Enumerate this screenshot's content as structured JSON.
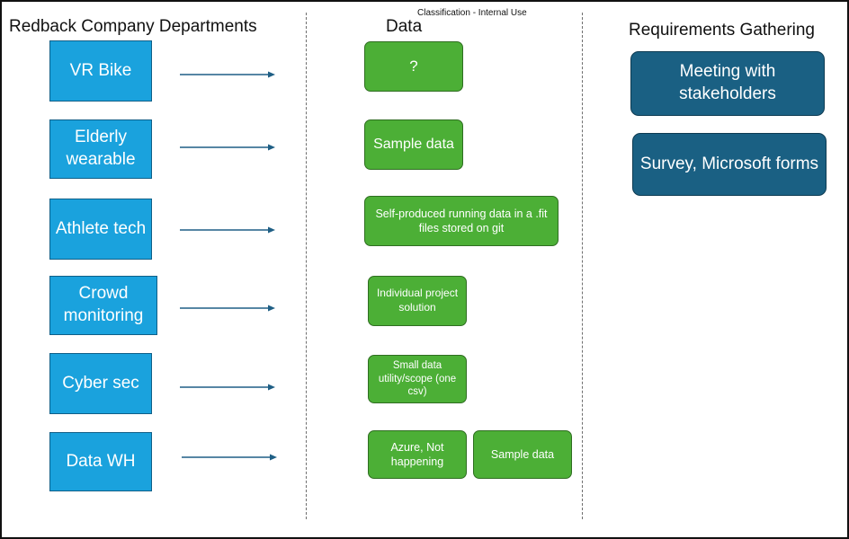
{
  "classification": "Classification - Internal Use",
  "headings": {
    "departments": "Redback Company Departments",
    "data": "Data",
    "requirements": "Requirements Gathering"
  },
  "departments": [
    {
      "label": "VR Bike"
    },
    {
      "label": "Elderly wearable"
    },
    {
      "label": "Athlete tech"
    },
    {
      "label": "Crowd monitoring"
    },
    {
      "label": "Cyber sec"
    },
    {
      "label": "Data WH"
    }
  ],
  "data_items": [
    {
      "label": "?"
    },
    {
      "label": "Sample data"
    },
    {
      "label": "Self-produced running data in a .fit files stored on git"
    },
    {
      "label": "Individual project solution"
    },
    {
      "label": "Small data utility/scope (one csv)"
    },
    {
      "label": "Azure, Not happening"
    },
    {
      "label": "Sample data"
    }
  ],
  "requirements": [
    {
      "label": "Meeting with stakeholders"
    },
    {
      "label": "Survey, Microsoft forms"
    }
  ],
  "colors": {
    "department_fill": "#1aa2dd",
    "data_fill": "#4caf36",
    "requirement_fill": "#1a6083",
    "arrow": "#1f5f85"
  }
}
